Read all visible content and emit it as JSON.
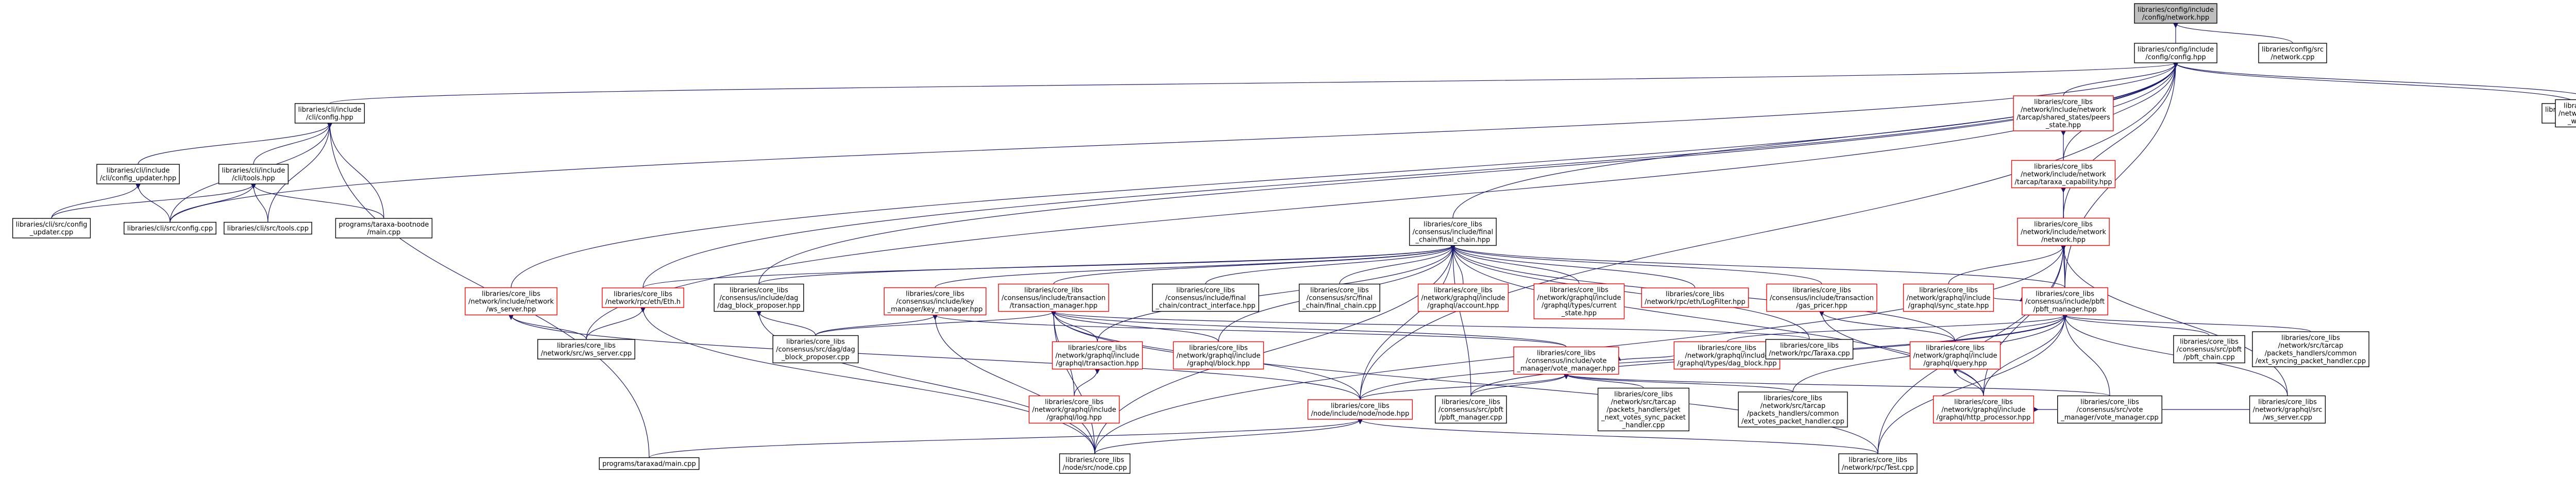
{
  "colors": {
    "root_fill": "#bfbfbf",
    "root_border": "#000000",
    "node_fill": "#ffffff",
    "node_border_plain": "#000000",
    "node_border_link": "#ff0000",
    "edge": "#191970"
  },
  "nodes": [
    {
      "id": "n0",
      "lines": [
        "libraries/config/include",
        "/config/network.hpp"
      ],
      "variant": "root"
    },
    {
      "id": "n1",
      "lines": [
        "libraries/config/include",
        "/config/config.hpp"
      ],
      "variant": "plain"
    },
    {
      "id": "n2",
      "lines": [
        "libraries/config/src",
        "/network.cpp"
      ],
      "variant": "plain"
    },
    {
      "id": "n3",
      "lines": [
        "libraries/cli/include",
        "/cli/config.hpp"
      ],
      "variant": "plain"
    },
    {
      "id": "n4",
      "lines": [
        "libraries/core_libs",
        "/network/include/network",
        "/tarcap/shared_states/peers",
        "_state.hpp"
      ],
      "variant": "link"
    },
    {
      "id": "n5",
      "lines": [
        "libraries/config/src",
        "/config.cpp"
      ],
      "variant": "plain"
    },
    {
      "id": "n6",
      "lines": [
        "libraries/core_libs",
        "/network/rpc/jsonrpc",
        "_ws_server.cpp"
      ],
      "variant": "plain"
    },
    {
      "id": "n7",
      "lines": [
        "libraries/cli/include",
        "/cli/config_updater.hpp"
      ],
      "variant": "plain"
    },
    {
      "id": "n8",
      "lines": [
        "libraries/cli/include",
        "/cli/tools.hpp"
      ],
      "variant": "plain"
    },
    {
      "id": "n9",
      "lines": [
        "libraries/core_libs",
        "/network/include/network",
        "/tarcap/taraxa_capability.hpp"
      ],
      "variant": "link"
    },
    {
      "id": "n10",
      "lines": [
        "libraries/cli/src/config",
        "_updater.cpp"
      ],
      "variant": "plain"
    },
    {
      "id": "n11",
      "lines": [
        "libraries/cli/src/config.cpp"
      ],
      "variant": "plain"
    },
    {
      "id": "n12",
      "lines": [
        "libraries/cli/src/tools.cpp"
      ],
      "variant": "plain"
    },
    {
      "id": "n13",
      "lines": [
        "programs/taraxa-bootnode",
        "/main.cpp"
      ],
      "variant": "plain"
    },
    {
      "id": "n14",
      "lines": [
        "libraries/core_libs",
        "/consensus/include/final",
        "_chain/final_chain.hpp"
      ],
      "variant": "plain"
    },
    {
      "id": "n15",
      "lines": [
        "libraries/core_libs",
        "/network/include/network",
        "/network.hpp"
      ],
      "variant": "link"
    },
    {
      "id": "n16",
      "lines": [
        "libraries/core_libs",
        "/network/include/network",
        "/ws_server.hpp"
      ],
      "variant": "link"
    },
    {
      "id": "n17",
      "lines": [
        "libraries/core_libs",
        "/network/rpc/eth/Eth.h"
      ],
      "variant": "link"
    },
    {
      "id": "n18",
      "lines": [
        "libraries/core_libs",
        "/consensus/include/dag",
        "/dag_block_proposer.hpp"
      ],
      "variant": "plain"
    },
    {
      "id": "n19",
      "lines": [
        "libraries/core_libs",
        "/consensus/include/key",
        "_manager/key_manager.hpp"
      ],
      "variant": "link"
    },
    {
      "id": "n20",
      "lines": [
        "libraries/core_libs",
        "/consensus/include/transaction",
        "/transaction_manager.hpp"
      ],
      "variant": "link"
    },
    {
      "id": "n21",
      "lines": [
        "libraries/core_libs",
        "/consensus/include/final",
        "_chain/contract_interface.hpp"
      ],
      "variant": "plain"
    },
    {
      "id": "n22",
      "lines": [
        "libraries/core_libs",
        "/consensus/src/final",
        "_chain/final_chain.cpp"
      ],
      "variant": "plain"
    },
    {
      "id": "n23",
      "lines": [
        "libraries/core_libs",
        "/network/graphql/include",
        "/graphql/account.hpp"
      ],
      "variant": "link"
    },
    {
      "id": "n24",
      "lines": [
        "libraries/core_libs",
        "/network/graphql/include",
        "/graphql/types/current",
        "_state.hpp"
      ],
      "variant": "link"
    },
    {
      "id": "n25",
      "lines": [
        "libraries/core_libs",
        "/network/rpc/eth/LogFilter.hpp"
      ],
      "variant": "link"
    },
    {
      "id": "n26",
      "lines": [
        "libraries/core_libs",
        "/consensus/include/transaction",
        "/gas_pricer.hpp"
      ],
      "variant": "link"
    },
    {
      "id": "n27",
      "lines": [
        "libraries/core_libs",
        "/network/graphql/include",
        "/graphql/sync_state.hpp"
      ],
      "variant": "link"
    },
    {
      "id": "n28",
      "lines": [
        "libraries/core_libs",
        "/consensus/include/pbft",
        "/pbft_manager.hpp"
      ],
      "variant": "link"
    },
    {
      "id": "n29",
      "lines": [
        "libraries/core_libs",
        "/network/src/ws_server.cpp"
      ],
      "variant": "plain"
    },
    {
      "id": "n30",
      "lines": [
        "libraries/core_libs",
        "/consensus/src/dag/dag",
        "_block_proposer.cpp"
      ],
      "variant": "plain"
    },
    {
      "id": "n31",
      "lines": [
        "libraries/core_libs",
        "/network/graphql/include",
        "/graphql/transaction.hpp"
      ],
      "variant": "link"
    },
    {
      "id": "n32",
      "lines": [
        "libraries/core_libs",
        "/network/graphql/include",
        "/graphql/block.hpp"
      ],
      "variant": "link"
    },
    {
      "id": "n33",
      "lines": [
        "libraries/core_libs",
        "/consensus/include/vote",
        "_manager/vote_manager.hpp"
      ],
      "variant": "link"
    },
    {
      "id": "n34",
      "lines": [
        "libraries/core_libs",
        "/network/graphql/include",
        "/graphql/types/dag_block.hpp"
      ],
      "variant": "link"
    },
    {
      "id": "n35",
      "lines": [
        "libraries/core_libs",
        "/network/rpc/Taraxa.cpp"
      ],
      "variant": "plain"
    },
    {
      "id": "n36",
      "lines": [
        "libraries/core_libs",
        "/network/graphql/include",
        "/graphql/query.hpp"
      ],
      "variant": "link"
    },
    {
      "id": "n37",
      "lines": [
        "libraries/core_libs",
        "/consensus/src/pbft",
        "/pbft_chain.cpp"
      ],
      "variant": "plain"
    },
    {
      "id": "n38",
      "lines": [
        "libraries/core_libs",
        "/network/src/tarcap",
        "/packets_handlers/common",
        "/ext_syncing_packet_handler.cpp"
      ],
      "variant": "plain"
    },
    {
      "id": "n39",
      "lines": [
        "libraries/core_libs",
        "/network/graphql/include",
        "/graphql/log.hpp"
      ],
      "variant": "link"
    },
    {
      "id": "n40",
      "lines": [
        "libraries/core_libs",
        "/node/include/node/node.hpp"
      ],
      "variant": "link"
    },
    {
      "id": "n41",
      "lines": [
        "libraries/core_libs",
        "/consensus/src/pbft",
        "/pbft_manager.cpp"
      ],
      "variant": "plain"
    },
    {
      "id": "n42",
      "lines": [
        "libraries/core_libs",
        "/network/src/tarcap",
        "/packets_handlers/get",
        "_next_votes_sync_packet",
        "_handler.cpp"
      ],
      "variant": "plain"
    },
    {
      "id": "n43",
      "lines": [
        "libraries/core_libs",
        "/network/src/tarcap",
        "/packets_handlers/common",
        "/ext_votes_packet_handler.cpp"
      ],
      "variant": "plain"
    },
    {
      "id": "n44",
      "lines": [
        "libraries/core_libs",
        "/network/graphql/include",
        "/graphql/http_processor.hpp"
      ],
      "variant": "link"
    },
    {
      "id": "n45",
      "lines": [
        "libraries/core_libs",
        "/consensus/src/vote",
        "_manager/vote_manager.cpp"
      ],
      "variant": "plain"
    },
    {
      "id": "n46",
      "lines": [
        "libraries/core_libs",
        "/network/graphql/src",
        "/ws_server.cpp"
      ],
      "variant": "plain"
    },
    {
      "id": "n47",
      "lines": [
        "programs/taraxad/main.cpp"
      ],
      "variant": "plain"
    },
    {
      "id": "n48",
      "lines": [
        "libraries/core_libs",
        "/node/src/node.cpp"
      ],
      "variant": "plain"
    },
    {
      "id": "n49",
      "lines": [
        "libraries/core_libs",
        "/network/rpc/Test.cpp"
      ],
      "variant": "plain"
    }
  ],
  "edges": [
    [
      "n0",
      "n1"
    ],
    [
      "n0",
      "n2"
    ],
    [
      "n1",
      "n3"
    ],
    [
      "n1",
      "n4"
    ],
    [
      "n1",
      "n5"
    ],
    [
      "n1",
      "n6"
    ],
    [
      "n1",
      "n9"
    ],
    [
      "n1",
      "n14"
    ],
    [
      "n1",
      "n15"
    ],
    [
      "n1",
      "n16"
    ],
    [
      "n1",
      "n17"
    ],
    [
      "n1",
      "n18"
    ],
    [
      "n1",
      "n28"
    ],
    [
      "n1",
      "n29"
    ],
    [
      "n1",
      "n40"
    ],
    [
      "n1",
      "n11"
    ],
    [
      "n3",
      "n7"
    ],
    [
      "n3",
      "n8"
    ],
    [
      "n3",
      "n11"
    ],
    [
      "n3",
      "n12"
    ],
    [
      "n3",
      "n13"
    ],
    [
      "n3",
      "n47"
    ],
    [
      "n7",
      "n10"
    ],
    [
      "n7",
      "n11"
    ],
    [
      "n8",
      "n10"
    ],
    [
      "n8",
      "n11"
    ],
    [
      "n8",
      "n12"
    ],
    [
      "n8",
      "n13"
    ],
    [
      "n4",
      "n9"
    ],
    [
      "n9",
      "n15"
    ],
    [
      "n9",
      "n28"
    ],
    [
      "n14",
      "n17"
    ],
    [
      "n14",
      "n18"
    ],
    [
      "n14",
      "n19"
    ],
    [
      "n14",
      "n20"
    ],
    [
      "n14",
      "n21"
    ],
    [
      "n14",
      "n22"
    ],
    [
      "n14",
      "n23"
    ],
    [
      "n14",
      "n24"
    ],
    [
      "n14",
      "n25"
    ],
    [
      "n14",
      "n26"
    ],
    [
      "n14",
      "n28"
    ],
    [
      "n14",
      "n31"
    ],
    [
      "n14",
      "n32"
    ],
    [
      "n14",
      "n35"
    ],
    [
      "n14",
      "n36"
    ],
    [
      "n14",
      "n40"
    ],
    [
      "n14",
      "n41"
    ],
    [
      "n14",
      "n44"
    ],
    [
      "n14",
      "n48"
    ],
    [
      "n15",
      "n27"
    ],
    [
      "n15",
      "n28"
    ],
    [
      "n15",
      "n44"
    ],
    [
      "n15",
      "n46"
    ],
    [
      "n15",
      "n48"
    ],
    [
      "n15",
      "n49"
    ],
    [
      "n16",
      "n29"
    ],
    [
      "n16",
      "n40"
    ],
    [
      "n17",
      "n29"
    ],
    [
      "n17",
      "n48"
    ],
    [
      "n18",
      "n30"
    ],
    [
      "n18",
      "n48"
    ],
    [
      "n19",
      "n30"
    ],
    [
      "n19",
      "n33"
    ],
    [
      "n19",
      "n48"
    ],
    [
      "n20",
      "n30"
    ],
    [
      "n20",
      "n31"
    ],
    [
      "n20",
      "n32"
    ],
    [
      "n20",
      "n33"
    ],
    [
      "n20",
      "n35"
    ],
    [
      "n20",
      "n39"
    ],
    [
      "n20",
      "n40"
    ],
    [
      "n20",
      "n48"
    ],
    [
      "n20",
      "n49"
    ],
    [
      "n26",
      "n36"
    ],
    [
      "n26",
      "n44"
    ],
    [
      "n28",
      "n27"
    ],
    [
      "n28",
      "n34"
    ],
    [
      "n28",
      "n36"
    ],
    [
      "n28",
      "n37"
    ],
    [
      "n28",
      "n38"
    ],
    [
      "n28",
      "n40"
    ],
    [
      "n28",
      "n41"
    ],
    [
      "n28",
      "n43"
    ],
    [
      "n28",
      "n44"
    ],
    [
      "n28",
      "n45"
    ],
    [
      "n28",
      "n46"
    ],
    [
      "n28",
      "n49"
    ],
    [
      "n31",
      "n39"
    ],
    [
      "n33",
      "n40"
    ],
    [
      "n33",
      "n41"
    ],
    [
      "n33",
      "n42"
    ],
    [
      "n33",
      "n43"
    ],
    [
      "n33",
      "n45"
    ],
    [
      "n33",
      "n34"
    ],
    [
      "n36",
      "n44"
    ],
    [
      "n44",
      "n46"
    ],
    [
      "n40",
      "n47"
    ],
    [
      "n40",
      "n48"
    ],
    [
      "n40",
      "n49"
    ]
  ]
}
